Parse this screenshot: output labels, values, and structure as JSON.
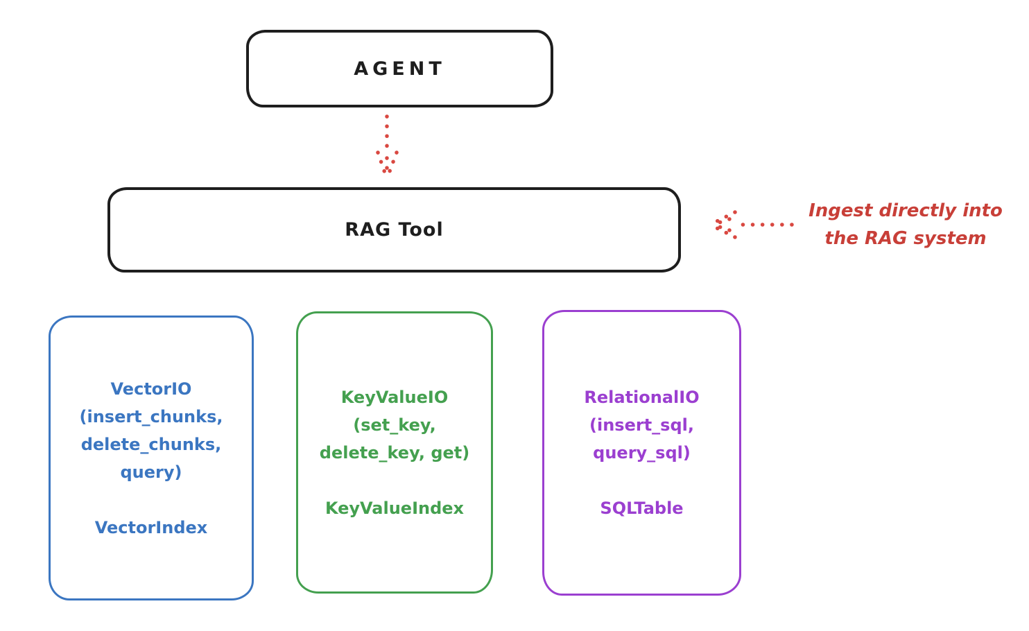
{
  "colors": {
    "ink": "#1e1e1e",
    "red_arrow": "#d94841",
    "red_text": "#c83f38",
    "blue": "#3b76c1",
    "green": "#44a04f",
    "purple": "#9b3fd0",
    "background": "#ffffff"
  },
  "agent_box": {
    "label": "AGENT"
  },
  "rag_tool_box": {
    "label": "RAG Tool"
  },
  "annotation": {
    "text_line1": "Ingest directly into",
    "text_line2": "the RAG system",
    "arrow_icon": "dotted-arrow-left"
  },
  "agent_to_rag_arrow": {
    "icon": "dotted-arrow-down"
  },
  "backends": [
    {
      "color": "#3b76c1",
      "lines": [
        "VectorIO",
        "(insert_chunks,",
        "delete_chunks,",
        "query)"
      ],
      "index_label": "VectorIndex"
    },
    {
      "color": "#44a04f",
      "lines": [
        "KeyValueIO",
        "(set_key,",
        "delete_key, get)"
      ],
      "index_label": "KeyValueIndex"
    },
    {
      "color": "#9b3fd0",
      "lines": [
        "RelationalIO",
        "(insert_sql,",
        "query_sql)"
      ],
      "index_label": "SQLTable"
    }
  ]
}
